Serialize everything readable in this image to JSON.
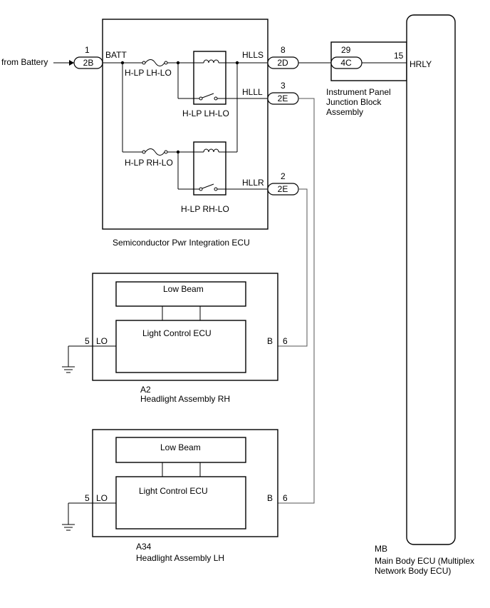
{
  "battery": {
    "label": "from Battery"
  },
  "connectors": [
    {
      "id": "2B",
      "pin": "1"
    },
    {
      "id": "2D",
      "pin": "8"
    },
    {
      "id": "2E",
      "pin": "3"
    },
    {
      "id": "2E",
      "pin": "2"
    },
    {
      "id": "4C",
      "pin": "29"
    }
  ],
  "ecu_spie": {
    "name": "Semiconductor Pwr Integration ECU",
    "terminals": {
      "batt": "BATT",
      "hlls": "HLLS",
      "hlll": "HLLL",
      "hllr": "HLLR"
    },
    "fuses": {
      "lh": "H-LP LH-LO",
      "rh": "H-LP RH-LO"
    },
    "relays": {
      "lh": "H-LP LH-LO",
      "rh": "H-LP RH-LO"
    }
  },
  "junction_block": {
    "name_lines": [
      "Instrument Panel",
      "Junction Block",
      "Assembly"
    ],
    "pin_out": "15"
  },
  "main_body": {
    "terminal": "HRLY",
    "code": "MB",
    "name_lines": [
      "Main Body ECU (Multiplex",
      "Network Body ECU)"
    ]
  },
  "headlight_rh": {
    "code": "A2",
    "name": "Headlight Assembly RH",
    "low_beam": "Low Beam",
    "ecu": "Light Control ECU",
    "pin_lo": "5",
    "term_lo": "LO",
    "pin_b": "6",
    "term_b": "B"
  },
  "headlight_lh": {
    "code": "A34",
    "name": "Headlight Assembly LH",
    "low_beam": "Low Beam",
    "ecu": "Light Control ECU",
    "pin_lo": "5",
    "term_lo": "LO",
    "pin_b": "6",
    "term_b": "B"
  }
}
